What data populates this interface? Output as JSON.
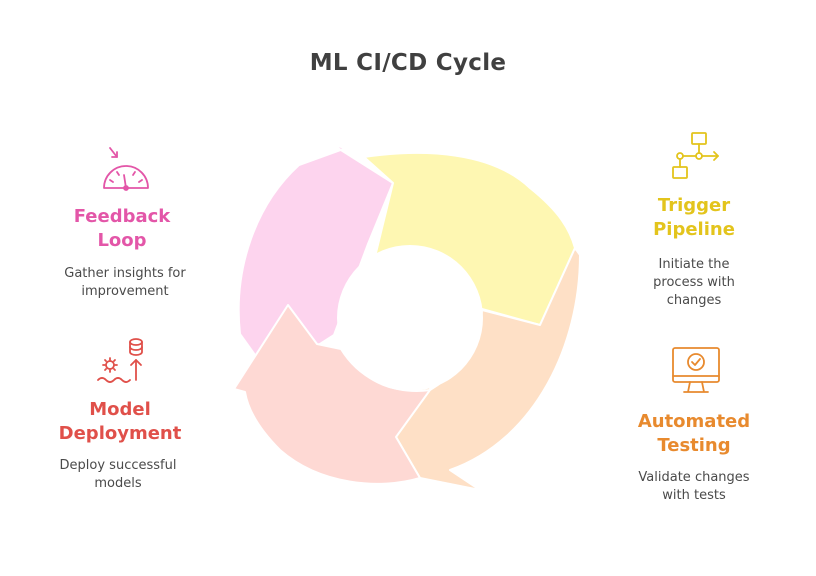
{
  "title": "ML CI/CD Cycle",
  "colors": {
    "feedback": "#e356a8",
    "trigger": "#e3c41c",
    "testing": "#e88a2e",
    "deployment": "#e0504a",
    "feedback_fill": "#fdd4ee",
    "trigger_fill": "#fef7b2",
    "testing_fill": "#fee0c6",
    "deployment_fill": "#fed9d4"
  },
  "stages": {
    "feedback": {
      "title_line1": "Feedback",
      "title_line2": "Loop",
      "desc_line1": "Gather insights for",
      "desc_line2": "improvement",
      "icon": "gauge-icon"
    },
    "trigger": {
      "title_line1": "Trigger",
      "title_line2": "Pipeline",
      "desc_line1": "Initiate the",
      "desc_line2": "process with",
      "desc_line3": "changes",
      "icon": "pipeline-icon"
    },
    "testing": {
      "title_line1": "Automated",
      "title_line2": "Testing",
      "desc_line1": "Validate changes",
      "desc_line2": "with tests",
      "icon": "monitor-check-icon"
    },
    "deployment": {
      "title_line1": "Model",
      "title_line2": "Deployment",
      "desc_line1": "Deploy successful",
      "desc_line2": "models",
      "icon": "deploy-database-icon"
    }
  }
}
